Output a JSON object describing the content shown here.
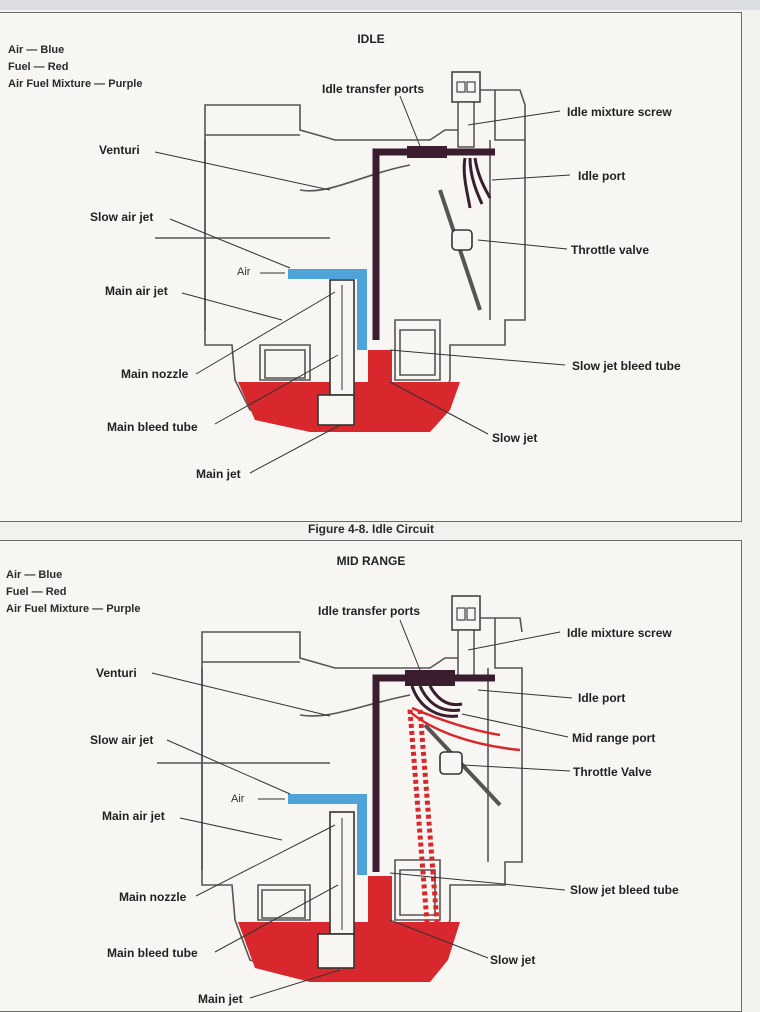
{
  "figure_caption": "Figure 4-8. Idle Circuit",
  "colors": {
    "air": "#4ea3d8",
    "fuel": "#d8282d",
    "mixture": "#3a1d2e",
    "body_line": "#555555"
  },
  "legend": [
    "Air — Blue",
    "Fuel — Red",
    "Air Fuel Mixture — Purple"
  ],
  "idle": {
    "title": "IDLE",
    "labels": {
      "idle_transfer_ports": "Idle transfer ports",
      "idle_mixture_screw": "Idle mixture screw",
      "venturi": "Venturi",
      "idle_port": "Idle port",
      "slow_air_jet": "Slow air jet",
      "throttle_valve": "Throttle valve",
      "air": "Air",
      "main_air_jet": "Main air jet",
      "slow_jet_bleed_tube": "Slow jet bleed tube",
      "main_nozzle": "Main nozzle",
      "main_bleed_tube": "Main bleed tube",
      "slow_jet": "Slow jet",
      "main_jet": "Main jet"
    }
  },
  "mid_range": {
    "title": "MID RANGE",
    "labels": {
      "idle_transfer_ports": "Idle transfer ports",
      "idle_mixture_screw": "Idle mixture screw",
      "venturi": "Venturi",
      "idle_port": "Idle port",
      "mid_range_port": "Mid range port",
      "slow_air_jet": "Slow air jet",
      "throttle_valve": "Throttle Valve",
      "air": "Air",
      "main_air_jet": "Main air jet",
      "main_nozzle": "Main nozzle",
      "slow_jet_bleed_tube": "Slow jet bleed tube",
      "main_bleed_tube": "Main bleed tube",
      "slow_jet": "Slow jet",
      "main_jet": "Main jet"
    }
  }
}
